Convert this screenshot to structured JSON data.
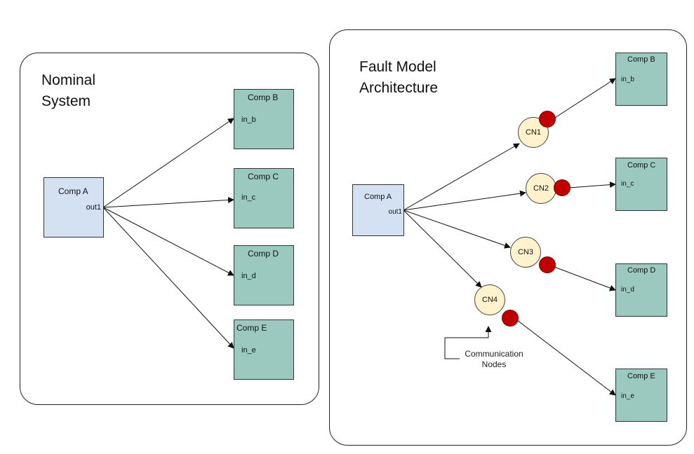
{
  "nominal": {
    "title": "Nominal\nSystem",
    "source": {
      "name": "Comp A",
      "port": "out1"
    },
    "targets": [
      {
        "name": "Comp B",
        "port": "in_b"
      },
      {
        "name": "Comp C",
        "port": "in_c"
      },
      {
        "name": "Comp D",
        "port": "in_d"
      },
      {
        "name": "Comp E",
        "port": "in_e"
      }
    ]
  },
  "fault_model": {
    "title": "Fault Model\nArchitecture",
    "source": {
      "name": "Comp A",
      "port": "out1"
    },
    "targets": [
      {
        "name": "Comp B",
        "port": "in_b"
      },
      {
        "name": "Comp C",
        "port": "in_c"
      },
      {
        "name": "Comp D",
        "port": "in_d"
      },
      {
        "name": "Comp E",
        "port": "in_e"
      }
    ],
    "nodes": [
      "CN1",
      "CN2",
      "CN3",
      "CN4"
    ],
    "annotation": "Communication\nNodes"
  },
  "colors": {
    "source_fill": "#d4e1f3",
    "target_fill": "#9bc8bf",
    "node_fill": "#fff2cc",
    "fault_marker": "#c00000"
  }
}
